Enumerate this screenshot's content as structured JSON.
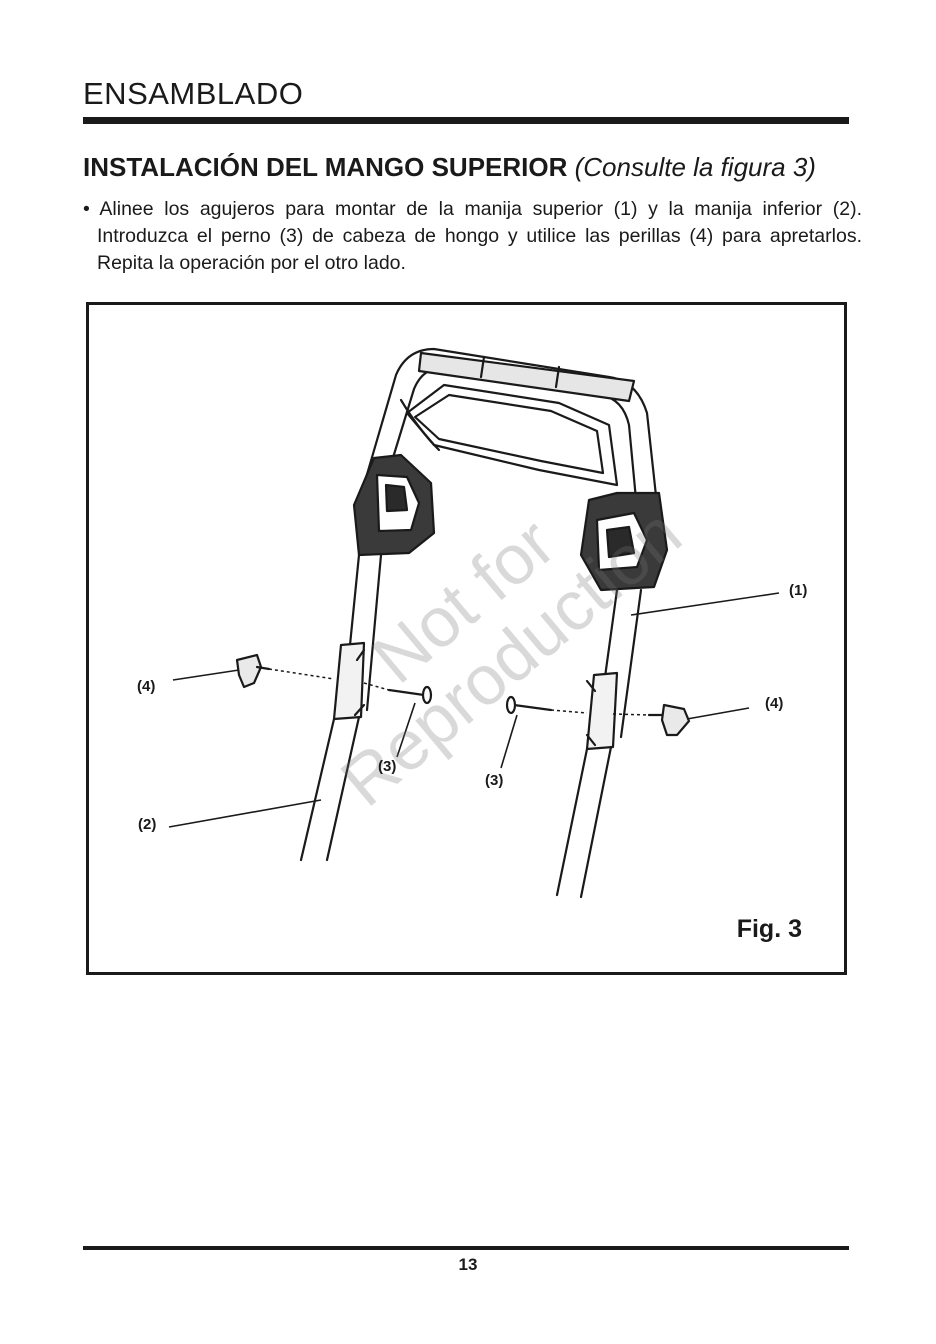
{
  "section": {
    "title": "ENSAMBLADO"
  },
  "subsection": {
    "title": "INSTALACIÓN DEL MANGO SUPERIOR",
    "reference": "(Consulte la figura 3)"
  },
  "instruction": {
    "text": "• Alinee los agujeros para montar de la manija superior (1) y la manija inferior (2). Introduzca el perno (3) de cabeza de hongo y utilice las perillas (4) para apretarlos. Repita la operación por el otro lado."
  },
  "figure": {
    "label": "Fig. 3",
    "callouts": {
      "upper_handle": "(1)",
      "lower_handle": "(2)",
      "bolt_left": "(3)",
      "bolt_right": "(3)",
      "knob_left": "(4)",
      "knob_right": "(4)"
    },
    "watermark": {
      "line1": "Not for",
      "line2": "Reproduction"
    }
  },
  "footer": {
    "page_number": "13"
  }
}
